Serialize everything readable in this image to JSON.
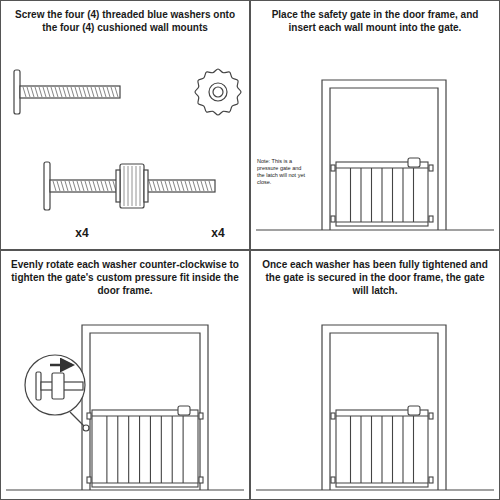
{
  "diagram": {
    "nodes": [
      {
        "text": [
          "Screw the four (4) threaded blue washers onto the four (4) cushioned wall mounts"
        ]
      },
      {
        "text": [
          "Place the safety gate in the door frame, and insert each wall mount into the gate."
        ]
      },
      {
        "text": [
          "Evenly rotate each washer counter-clockwise to tighten the gate's custom pressure fit inside the door frame."
        ]
      },
      {
        "text": [
          "Once each washer has been fully tightened and the gate is secured in the door frame, the gate will latch."
        ]
      }
    ],
    "labels": [
      "x4",
      "x4",
      "Note: This is a pressure gate and the latch will not yet close."
    ]
  }
}
